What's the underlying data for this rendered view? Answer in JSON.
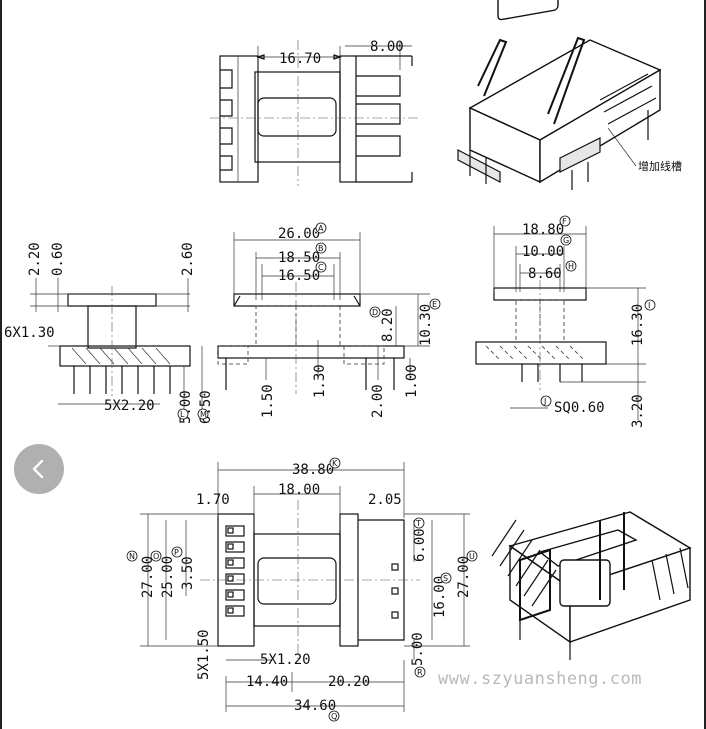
{
  "top_view": {
    "width_dim": "16.70",
    "slot_dim": "8.00"
  },
  "front_view": {
    "overall": "26.00",
    "mid": "18.50",
    "inner": "16.50",
    "flange_h": "8.20",
    "total_h": "10.30",
    "base_1": "1.50",
    "base_2": "1.30",
    "base_3": "2.00",
    "base_4": "1.00"
  },
  "side_left_view": {
    "d1": "2.20",
    "d2": "0.60",
    "d3": "2.60",
    "pin_grid": "6X1.30",
    "pin_pitch": "5X2.20",
    "v1": "5.00",
    "v2": "6.50"
  },
  "side_right_view": {
    "w1": "18.80",
    "w2": "10.00",
    "w3": "8.60",
    "height": "16.30",
    "pin_h": "3.20",
    "pin_sq": "SQ0.60"
  },
  "bottom_view": {
    "overall": "38.80",
    "center": "18.00",
    "left_edge": "1.70",
    "right_edge": "2.05",
    "left_h1": "27.00",
    "left_h2": "25.00",
    "left_h3": "3.50",
    "right_h1": "6.00",
    "right_h2": "16.00",
    "right_h3": "27.00",
    "right_h4": "5.00",
    "pitch_v": "5X1.50",
    "pitch_h": "5X1.20",
    "bot_1": "14.40",
    "bot_2": "20.20",
    "bot_total": "34.60"
  },
  "labels": {
    "A": "A",
    "B": "B",
    "C": "C",
    "D": "D",
    "E": "E",
    "F": "F",
    "G": "G",
    "H": "H",
    "I": "I",
    "J": "J",
    "K": "K",
    "L": "L",
    "M": "M",
    "N": "N",
    "O": "O",
    "P": "P",
    "Q": "Q",
    "R": "R",
    "S": "S",
    "T": "T",
    "U": "U"
  },
  "iso_note": "增加线槽",
  "watermark": "www.szyuansheng.com",
  "nav": {
    "back_icon": "chevron-left-icon"
  }
}
